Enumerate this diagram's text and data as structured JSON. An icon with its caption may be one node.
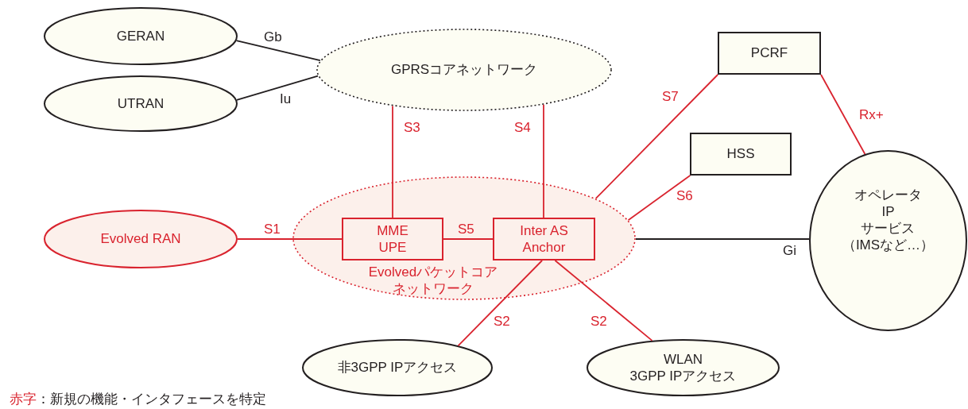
{
  "diagram": {
    "nodes": [
      {
        "text": [
          "GERAN"
        ]
      },
      {
        "text": [
          "UTRAN"
        ]
      },
      {
        "text": [
          "GPRSコアネットワーク"
        ]
      },
      {
        "text": [
          "PCRF"
        ]
      },
      {
        "text": [
          "HSS"
        ]
      },
      {
        "text": [
          "Evolved RAN"
        ]
      },
      {
        "text": [
          "Evolvedパケットコアネットワーク"
        ]
      },
      {
        "text": [
          "MME UPE"
        ],
        "in": 6
      },
      {
        "text": [
          "Inter AS Anchor"
        ],
        "in": 6
      },
      {
        "text": [
          "オペレータ IP サービス（IMSなど…）"
        ]
      },
      {
        "text": [
          "非3GPP IPアクセス"
        ]
      },
      {
        "text": [
          "WLAN 3GPP IPアクセス"
        ]
      }
    ],
    "edges": [
      {
        "from": 0,
        "to": 2,
        "arrow": "none",
        "label": "Gb",
        "color": "#231f20"
      },
      {
        "from": 1,
        "to": 2,
        "arrow": "none",
        "label": "Iu",
        "color": "#231f20"
      },
      {
        "from": 7,
        "to": 2,
        "arrow": "none",
        "label": "S3"
      },
      {
        "from": 8,
        "to": 2,
        "arrow": "none",
        "label": "S4"
      },
      {
        "from": 6,
        "to": 3,
        "arrow": "none",
        "label": "S7"
      },
      {
        "from": 6,
        "to": 4,
        "arrow": "none",
        "label": "S6"
      },
      {
        "from": 3,
        "to": 9,
        "arrow": "none",
        "label": "Rx+"
      },
      {
        "from": 5,
        "to": 7,
        "arrow": "none",
        "label": "S1"
      },
      {
        "from": 7,
        "to": 8,
        "arrow": "none",
        "label": "S5"
      },
      {
        "from": 6,
        "to": 9,
        "arrow": "none",
        "label": "Gi",
        "color": "#231f20"
      },
      {
        "from": 8,
        "to": 10,
        "arrow": "none",
        "label": "S2"
      },
      {
        "from": 8,
        "to": 11,
        "arrow": "none",
        "label": "S2"
      }
    ],
    "labels": [
      "赤字",
      "：新規の機能・インタフェースを特定"
    ]
  }
}
